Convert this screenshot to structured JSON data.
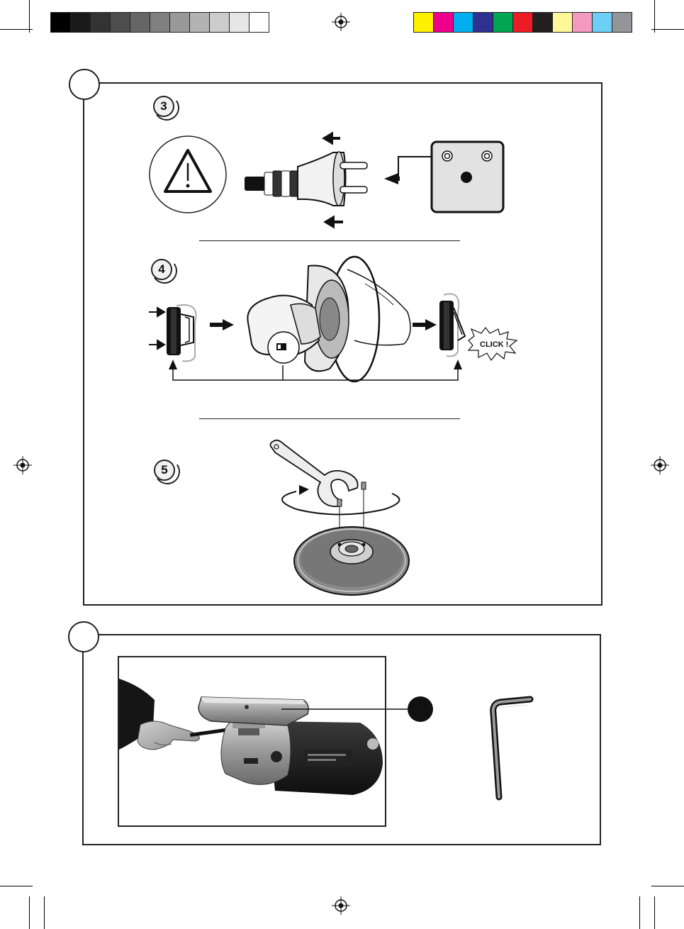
{
  "color_bar": {
    "grays": [
      "#000000",
      "#1a1a1a",
      "#333333",
      "#4d4d4d",
      "#666666",
      "#808080",
      "#999999",
      "#b3b3b3",
      "#cccccc",
      "#e6e6e6",
      "#ffffff"
    ],
    "colors": [
      "#fff200",
      "#ec008c",
      "#00aeef",
      "#2e3192",
      "#00a651",
      "#ed1c24",
      "#231f20",
      "#fff799",
      "#f49ac1",
      "#6dcff6",
      "#939598"
    ]
  },
  "steps": [
    {
      "number": "3"
    },
    {
      "number": "4"
    },
    {
      "number": "5"
    }
  ],
  "click_label": "CLICK !",
  "icons": {
    "warning": "warning-triangle-icon",
    "registration": "registration-mark-icon",
    "hex_key": "hex-key-icon"
  }
}
